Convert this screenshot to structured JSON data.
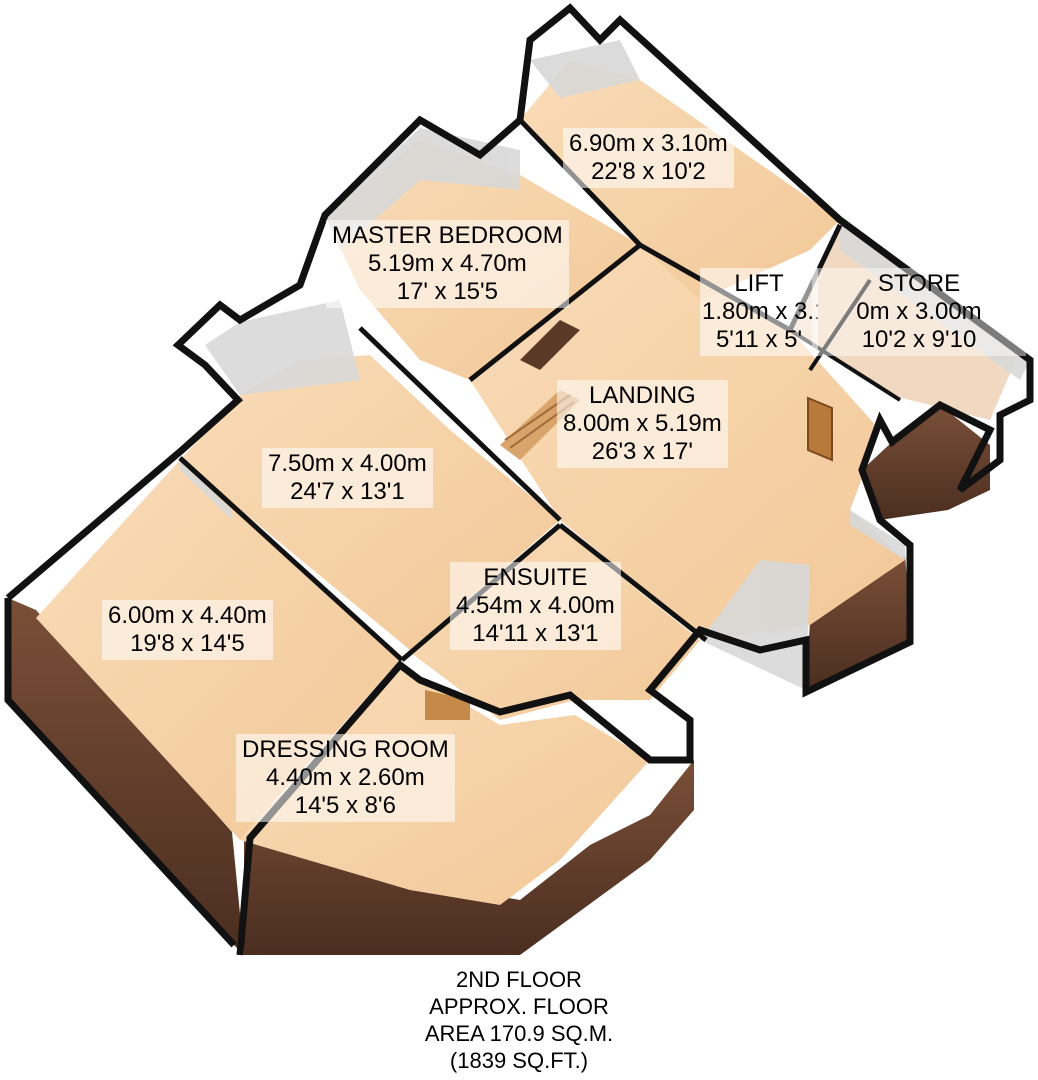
{
  "rooms": {
    "top_room": {
      "metric": "6.90m x 3.10m",
      "imperial": "22'8 x 10'2"
    },
    "master_bedroom": {
      "name": "MASTER BEDROOM",
      "metric": "5.19m x 4.70m",
      "imperial": "17' x 15'5"
    },
    "lift": {
      "name": "LIFT",
      "metric": "1.80m x 3.1",
      "imperial": "5'11 x 5'"
    },
    "store": {
      "name": "STORE",
      "metric": "0m x 3.00m",
      "imperial": "10'2 x 9'10"
    },
    "landing": {
      "name": "LANDING",
      "metric": "8.00m x 5.19m",
      "imperial": "26'3 x 17'"
    },
    "bedroom": {
      "metric": "7.50m x 4.00m",
      "imperial": "24'7 x 13'1"
    },
    "ensuite": {
      "name": "ENSUITE",
      "metric": "4.54m x 4.00m",
      "imperial": "14'11 x 13'1"
    },
    "left_room": {
      "metric": "6.00m x 4.40m",
      "imperial": "19'8 x 14'5"
    },
    "dressing_room": {
      "name": "DRESSING ROOM",
      "metric": "4.40m x 2.60m",
      "imperial": "14'5 x 8'6"
    }
  },
  "footer": {
    "line1": "2ND FLOOR",
    "line2": "APPROX. FLOOR",
    "line3": "AREA 170.9 SQ.M.",
    "line4": "(1839 SQ.FT.)"
  },
  "colors": {
    "floor": "#f6d3a8",
    "wall_top": "#111111",
    "wall_outer": "#6e4632",
    "wall_inner": "#c9c9c9"
  }
}
